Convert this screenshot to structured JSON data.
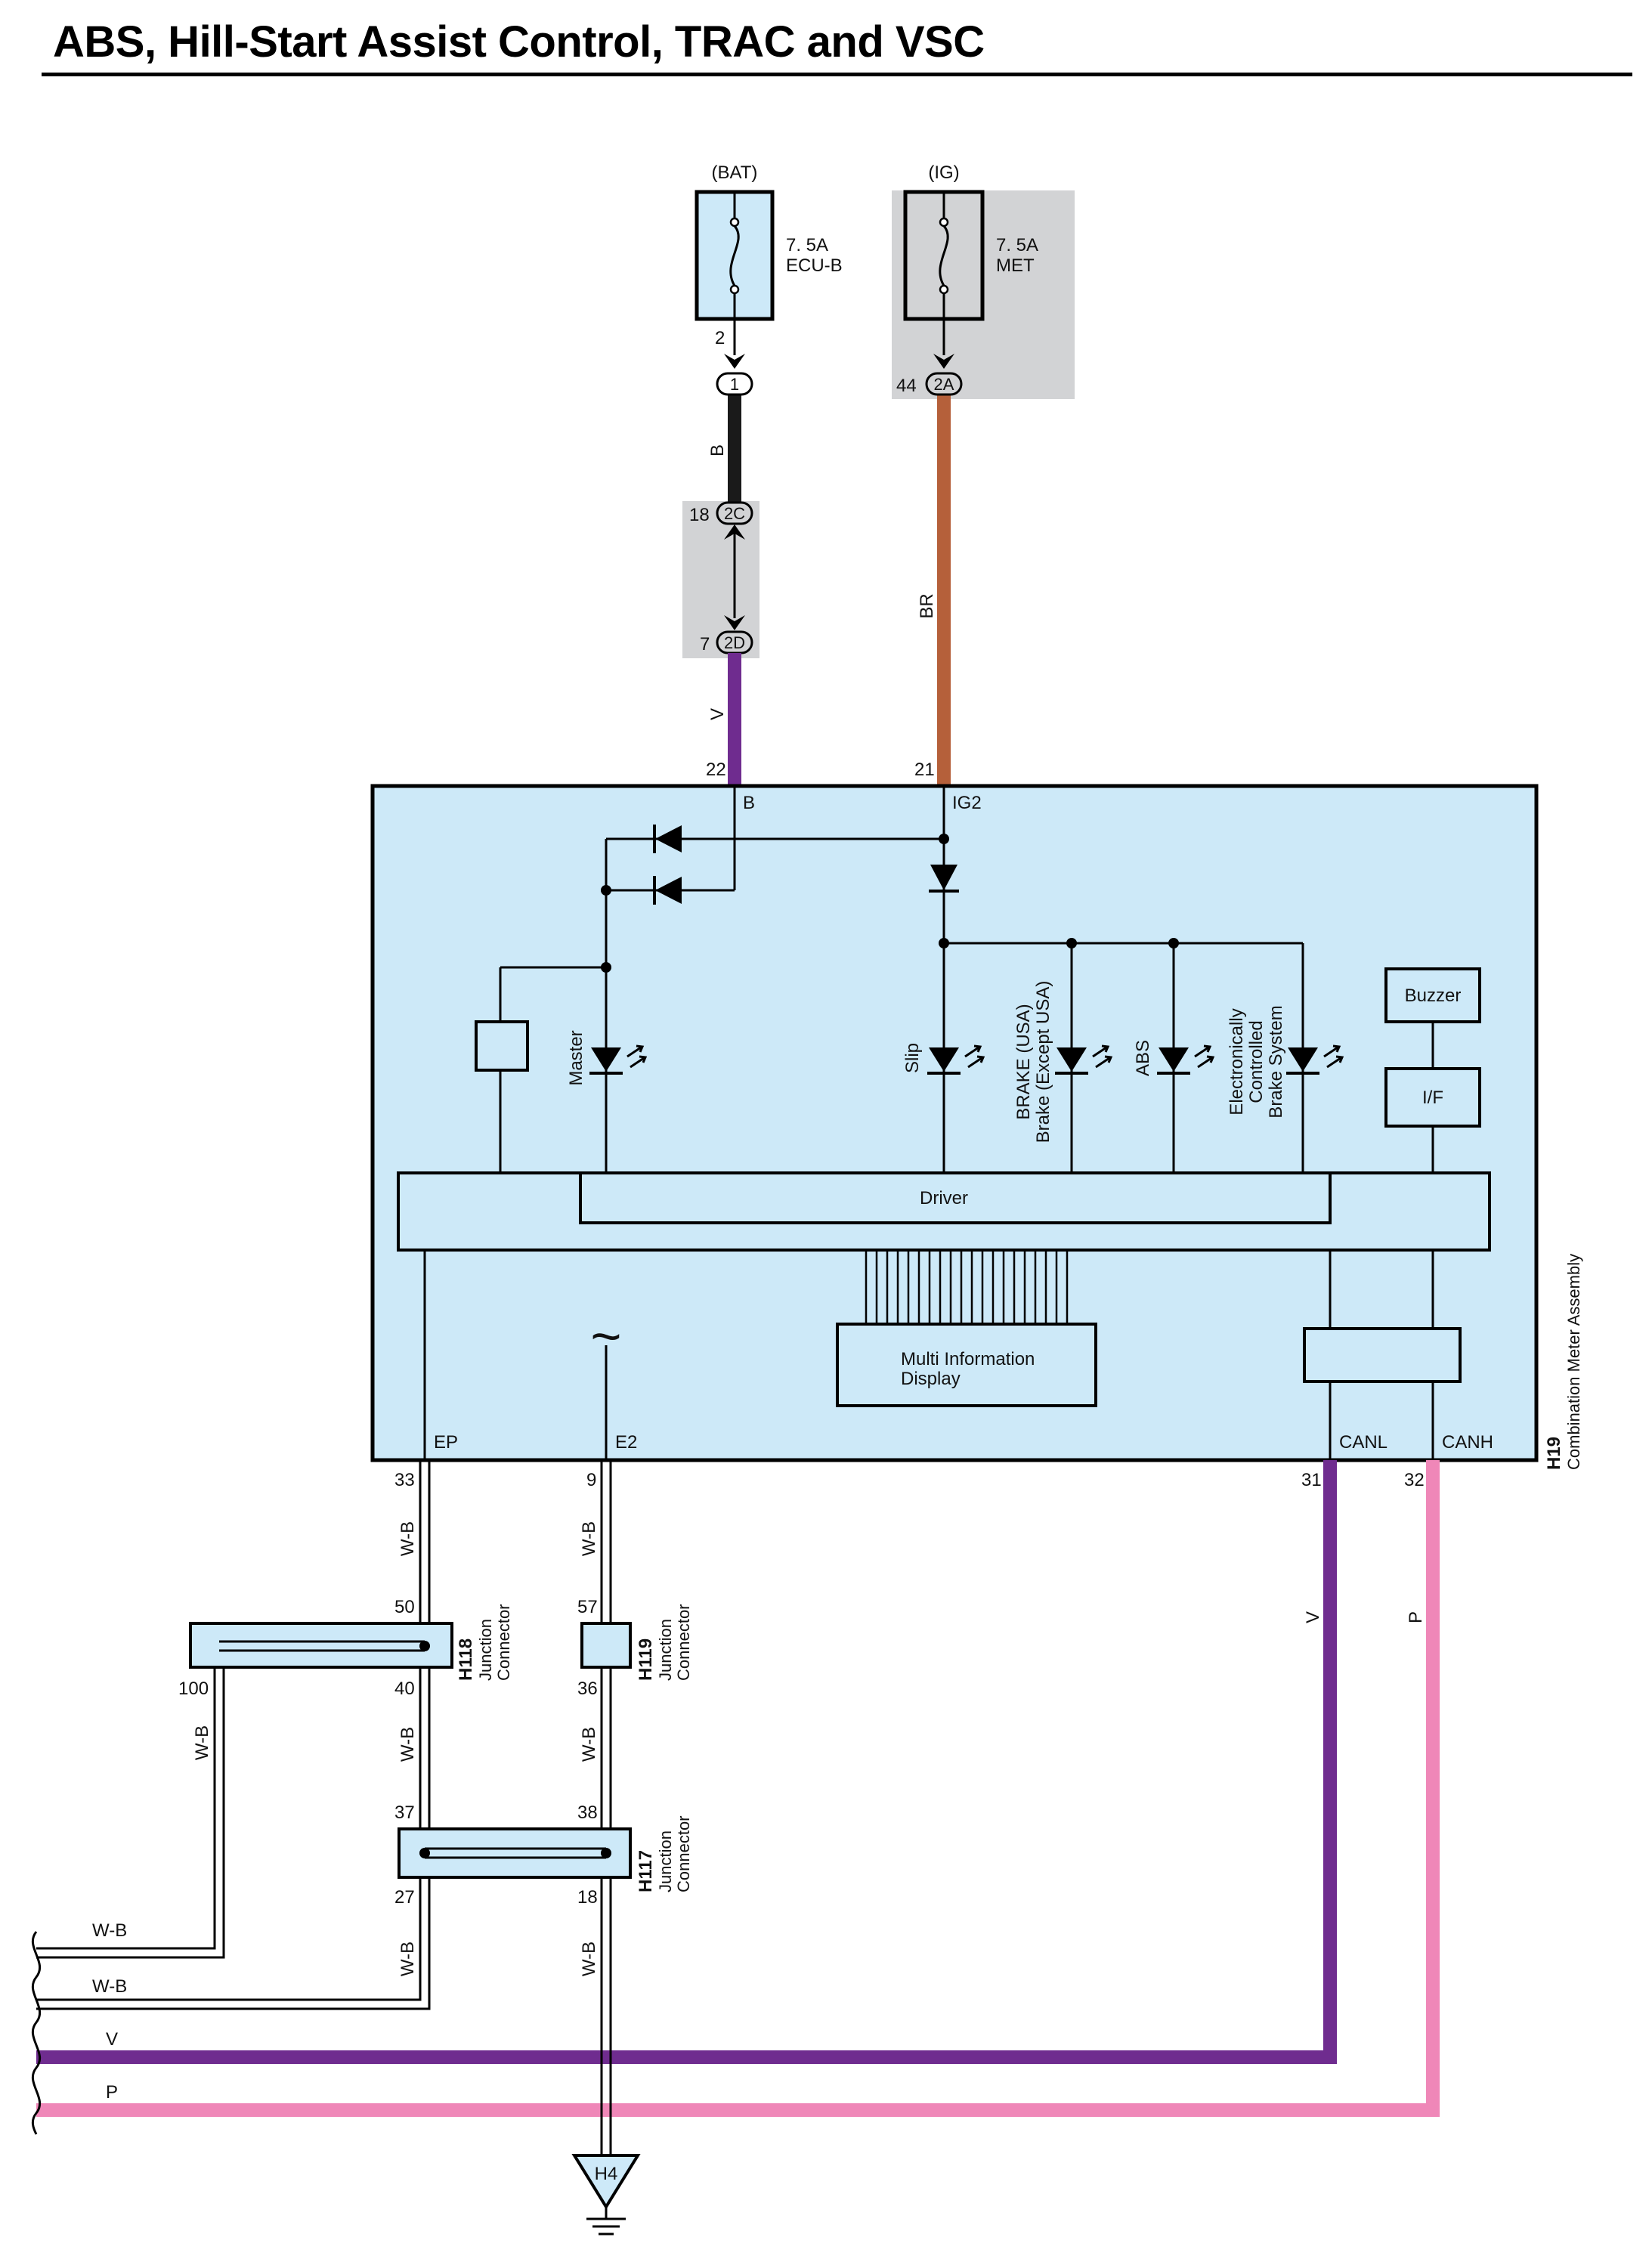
{
  "title": "ABS, Hill-Start Assist Control, TRAC and VSC",
  "colors": {
    "panel": "#cde9f8",
    "highlight": "#d2d3d5",
    "wire_black": "#1a1a1a",
    "wire_brown": "#b5603a",
    "wire_violet": "#6f2c8f",
    "wire_pink": "#ef87b8",
    "wire_wb": "#000000"
  },
  "fuses": [
    {
      "source": "(BAT)",
      "rating": "7. 5A",
      "name": "ECU-B",
      "pin": "2"
    },
    {
      "source": "(IG)",
      "rating": "7. 5A",
      "name": "MET",
      "pin": "44"
    }
  ],
  "connectors": {
    "c1": "1",
    "c2a": "2A",
    "c2c": "2C",
    "c2d": "2D",
    "pin_2c": "18",
    "pin_2d": "7"
  },
  "wires": {
    "b": "B",
    "br": "BR",
    "v": "V",
    "p": "P",
    "wb": "W-B"
  },
  "meter": {
    "id": "H19",
    "name": "Combination Meter Assembly",
    "pins": {
      "b": {
        "num": "22",
        "name": "B"
      },
      "ig2": {
        "num": "21",
        "name": "IG2"
      },
      "ep": {
        "num": "33",
        "name": "EP"
      },
      "e2": {
        "num": "9",
        "name": "E2"
      },
      "canl": {
        "num": "31",
        "name": "CANL"
      },
      "canh": {
        "num": "32",
        "name": "CANH"
      }
    },
    "lamps": {
      "master": "Master",
      "slip": "Slip",
      "brake_1": "BRAKE (USA)",
      "brake_2": "Brake (Except USA)",
      "abs": "ABS",
      "ecb_1": "Electronically",
      "ecb_2": "Controlled",
      "ecb_3": "Brake System"
    },
    "buzzer": "Buzzer",
    "if": "I/F",
    "driver": "Driver",
    "mid_1": "Multi Information",
    "mid_2": "Display",
    "ac_symbol": "~"
  },
  "junctions": [
    {
      "id": "H118",
      "l1": "Junction",
      "l2": "Connector",
      "pin_top": "50",
      "pin_left": "100",
      "pin_bottom": "40"
    },
    {
      "id": "H119",
      "l1": "Junction",
      "l2": "Connector",
      "pin_top": "57",
      "pin_bottom": "36"
    },
    {
      "id": "H117",
      "l1": "Junction",
      "l2": "Connector",
      "pin_tl": "37",
      "pin_tr": "38",
      "pin_bl": "27",
      "pin_br": "18"
    }
  ],
  "ground": "H4"
}
